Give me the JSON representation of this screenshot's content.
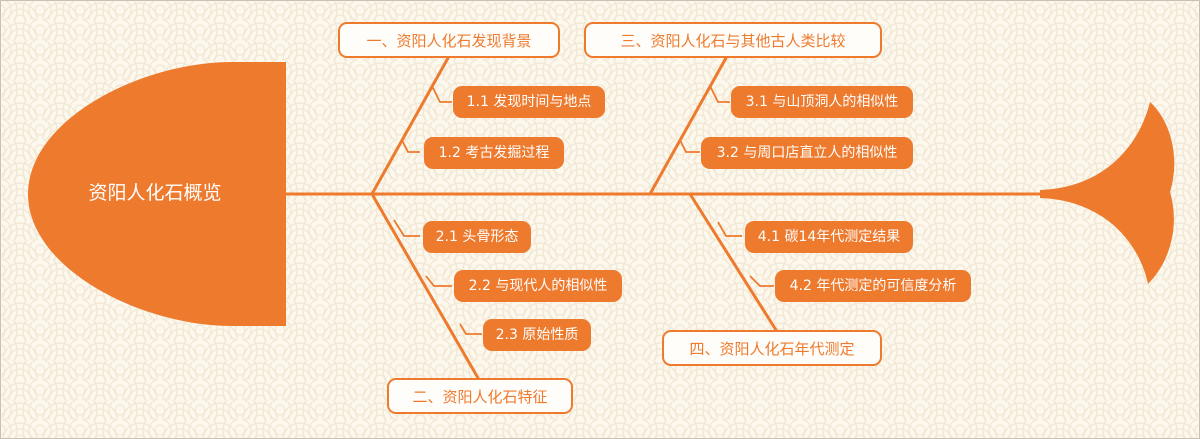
{
  "diagram": {
    "title": "资阳人化石概览",
    "branches": [
      {
        "label": "一、资阳人化石发现背景",
        "items": [
          "1.1 发现时间与地点",
          "1.2 考古发掘过程"
        ]
      },
      {
        "label": "二、资阳人化石特征",
        "items": [
          "2.1 头骨形态",
          "2.2 与现代人的相似性",
          "2.3 原始性质"
        ]
      },
      {
        "label": "三、资阳人化石与其他古人类比较",
        "items": [
          "3.1 与山顶洞人的相似性",
          "3.2 与周口店直立人的相似性"
        ]
      },
      {
        "label": "四、资阳人化石年代测定",
        "items": [
          "4.1 碳14年代测定结果",
          "4.2 年代测定的可信度分析"
        ]
      }
    ]
  },
  "colors": {
    "accent": "#ee7a2e",
    "background": "#fdf8ee",
    "pattern": "#f1e7d3"
  }
}
